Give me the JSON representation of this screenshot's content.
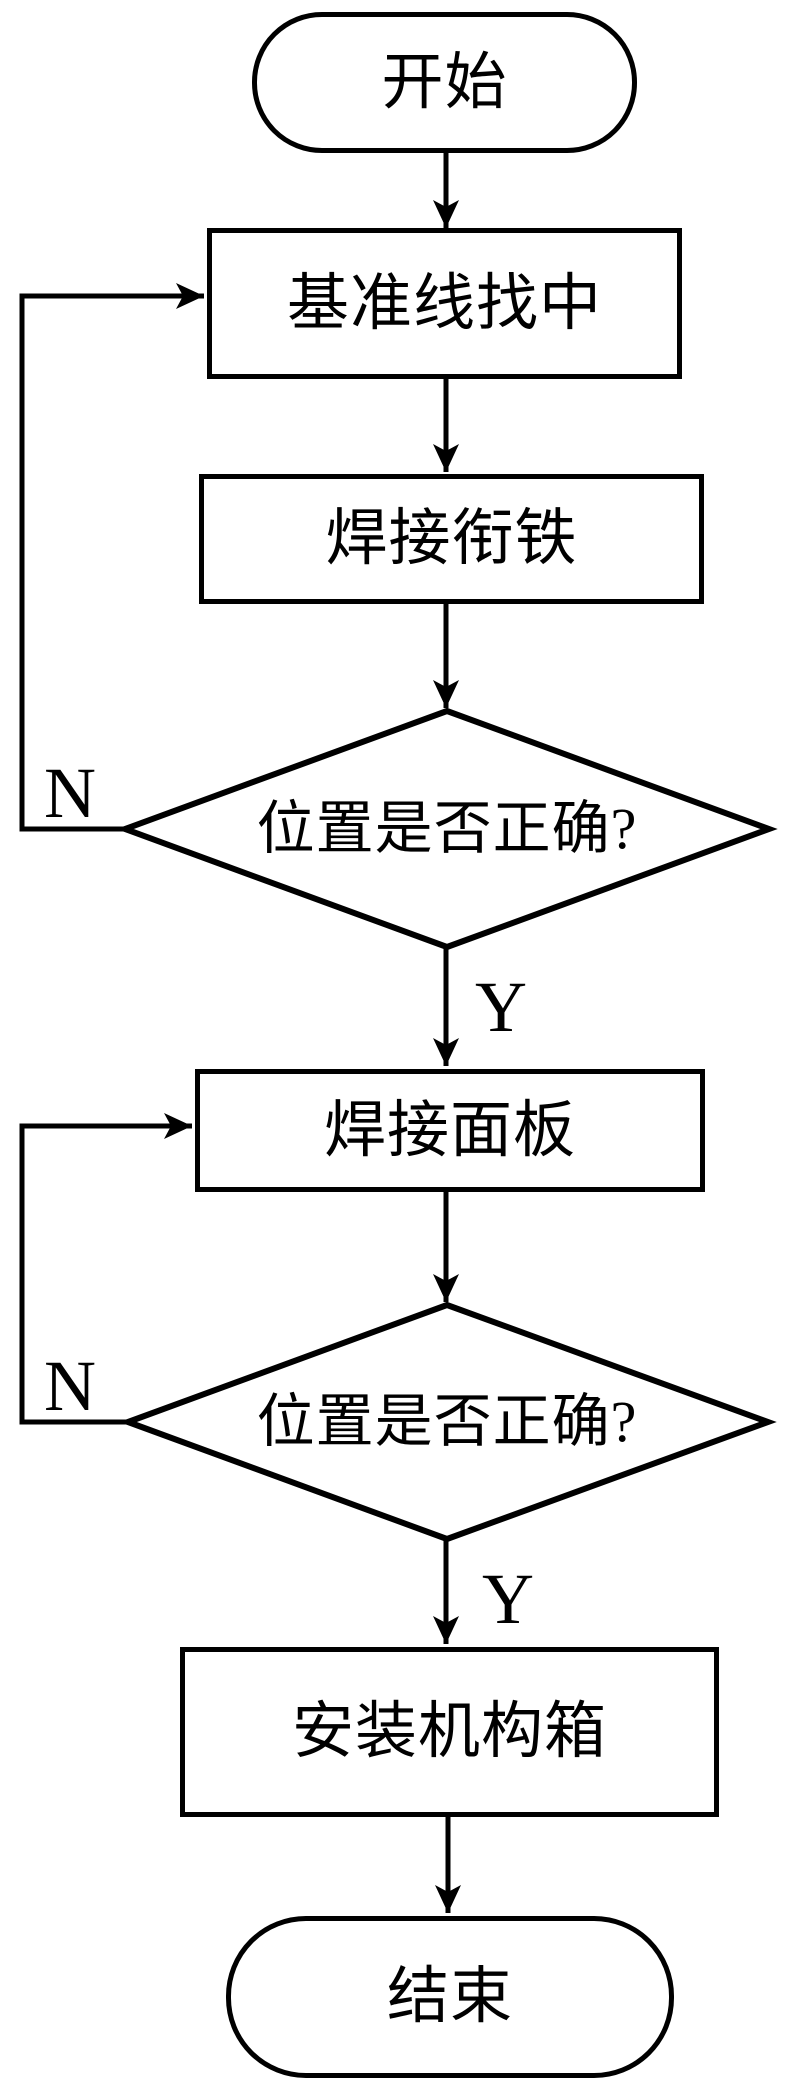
{
  "diagram": {
    "type": "flowchart",
    "orientation": "top-down",
    "colors": {
      "background": "#ffffff",
      "stroke": "#000000",
      "text": "#000000"
    },
    "nodes": [
      {
        "id": "start",
        "shape": "terminator",
        "label": "开始"
      },
      {
        "id": "find-baseline",
        "shape": "process",
        "label": "基准线找中"
      },
      {
        "id": "weld-armature",
        "shape": "process",
        "label": "焊接衔铁"
      },
      {
        "id": "check-position-1",
        "shape": "decision",
        "label": "位置是否正确?"
      },
      {
        "id": "weld-panel",
        "shape": "process",
        "label": "焊接面板"
      },
      {
        "id": "check-position-2",
        "shape": "decision",
        "label": "位置是否正确?"
      },
      {
        "id": "install-mechanism-box",
        "shape": "process",
        "label": "安装机构箱"
      },
      {
        "id": "end",
        "shape": "terminator",
        "label": "结束"
      }
    ],
    "edges": [
      {
        "from": "start",
        "to": "find-baseline",
        "label": ""
      },
      {
        "from": "find-baseline",
        "to": "weld-armature",
        "label": ""
      },
      {
        "from": "weld-armature",
        "to": "check-position-1",
        "label": ""
      },
      {
        "from": "check-position-1",
        "to": "weld-panel",
        "label": "Y"
      },
      {
        "from": "check-position-1",
        "to": "find-baseline",
        "label": "N"
      },
      {
        "from": "weld-panel",
        "to": "check-position-2",
        "label": ""
      },
      {
        "from": "check-position-2",
        "to": "install-mechanism-box",
        "label": "Y"
      },
      {
        "from": "check-position-2",
        "to": "weld-panel",
        "label": "N"
      },
      {
        "from": "install-mechanism-box",
        "to": "end",
        "label": ""
      }
    ]
  }
}
